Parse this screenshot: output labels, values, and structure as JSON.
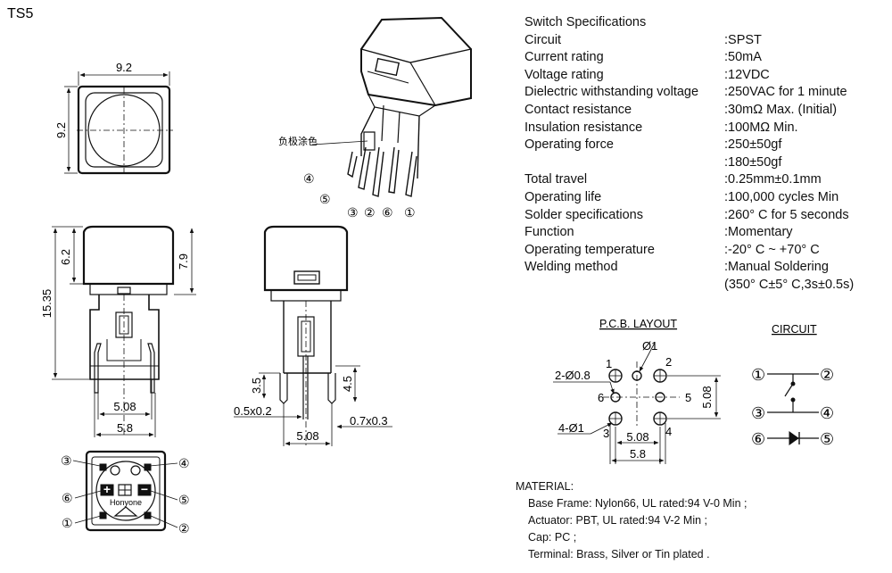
{
  "part_code": "TS5",
  "spec": {
    "title": "Switch Specifications",
    "rows": [
      {
        "label": "Circuit",
        "value": ":SPST"
      },
      {
        "label": "Current rating",
        "value": ":50mA"
      },
      {
        "label": "Voltage rating",
        "value": ":12VDC"
      },
      {
        "label": "Dielectric withstanding voltage",
        "value": ":250VAC for 1 minute"
      },
      {
        "label": "Contact resistance",
        "value": ":30mΩ  Max. (Initial)"
      },
      {
        "label": "Insulation resistance",
        "value": ":100MΩ  Min."
      },
      {
        "label": "Operating force",
        "value": ":250±50gf"
      },
      {
        "label": "",
        "value": ":180±50gf"
      },
      {
        "label": "Total travel",
        "value": ":0.25mm±0.1mm"
      },
      {
        "label": "Operating life",
        "value": ":100,000 cycles Min"
      },
      {
        "label": "Solder specifications",
        "value": ":260° C for 5 seconds"
      },
      {
        "label": "Function",
        "value": ":Momentary"
      },
      {
        "label": "Operating temperature",
        "value": ":-20° C ~ +70° C"
      },
      {
        "label": "Welding method",
        "value": ":Manual Soldering"
      },
      {
        "label": "",
        "value": "(350° C±5° C,3s±0.5s)"
      }
    ]
  },
  "material": {
    "title": "MATERIAL:",
    "lines": [
      "Base Frame: Nylon66, UL rated:94 V-0 Min ;",
      "Actuator: PBT, UL rated:94 V-2 Min ;",
      "Cap:  PC ;",
      "Terminal: Brass, Silver or Tin plated ."
    ]
  },
  "dims": {
    "top_w": "9.2",
    "top_h": "9.2",
    "total_h": "15.35",
    "cap_h": "6.2",
    "body_h": "7.9",
    "pitch": "5.08",
    "width": "5.8",
    "side_pin": "3.5",
    "side_pin2": "4.5",
    "pin_a": "0.5x0.2",
    "pin_b": "0.7x0.3",
    "side_pitch": "5.08"
  },
  "iso": {
    "note": "负极涂色",
    "pins": [
      "④",
      "⑤",
      "③",
      "②",
      "⑥",
      "①"
    ]
  },
  "bottom": {
    "brand": "Honyone",
    "pins": [
      "③",
      "④",
      "⑥",
      "⑤",
      "①",
      "②"
    ]
  },
  "pcb": {
    "title": "P.C.B. LAYOUT",
    "d1": "Ø1",
    "d08": "2-Ø0.8",
    "d4": "4-Ø1",
    "pins": [
      "1",
      "2",
      "6",
      "5",
      "3",
      "4"
    ],
    "dim_pitch": "5.08",
    "dim_w": "5.8",
    "dim_h": "5.08"
  },
  "circuit": {
    "title": "CIRCUIT",
    "pins": [
      "①",
      "②",
      "③",
      "④",
      "⑥",
      "⑤"
    ]
  }
}
